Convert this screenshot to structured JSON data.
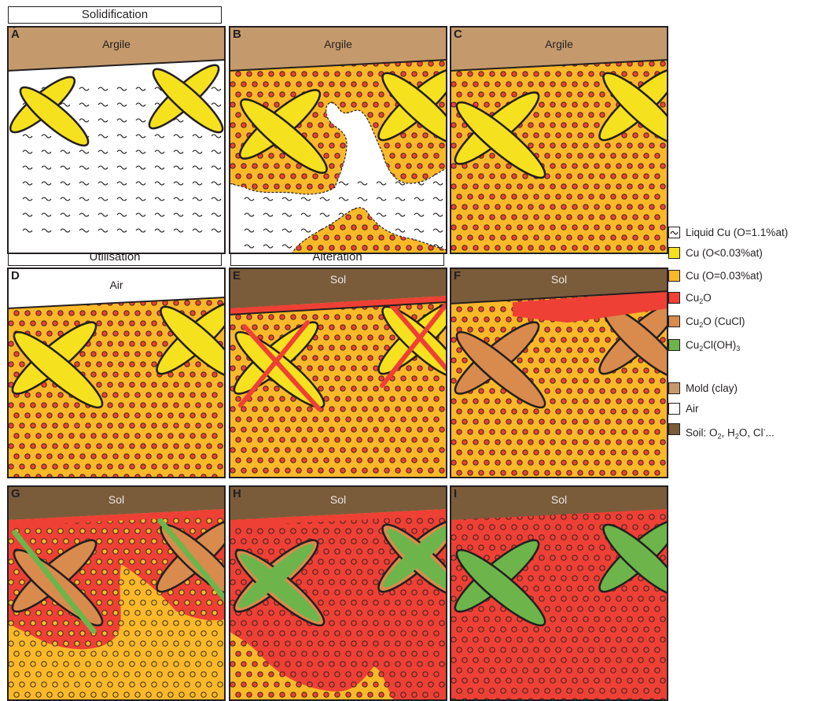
{
  "sections": {
    "solidification": "Solidification",
    "utilisation": "Utilisation",
    "alteration": "Alteration"
  },
  "panels": [
    {
      "letter": "A",
      "label": "Argile"
    },
    {
      "letter": "B",
      "label": "Argile"
    },
    {
      "letter": "C",
      "label": "Argile"
    },
    {
      "letter": "D",
      "label": "Air"
    },
    {
      "letter": "E",
      "label": "Sol"
    },
    {
      "letter": "F",
      "label": "Sol"
    },
    {
      "letter": "G",
      "label": "Sol"
    },
    {
      "letter": "H",
      "label": "Sol"
    },
    {
      "letter": "I",
      "label": "Sol"
    }
  ],
  "legend": {
    "liquid": "Liquid Cu (O=1.1%at)",
    "cu_low": "Cu (O<0.03%at)",
    "cu_eut": "Cu (O=0.03%at)",
    "cu2o": "Cu",
    "cu2o_sub": "2",
    "cu2o_tail": "O",
    "cu2o_cucl": "Cu",
    "cu2o_cucl_sub": "2",
    "cu2o_cucl_tail": "O (CuCl)",
    "atac": "Cu",
    "atac_sub": "2",
    "atac_mid": "Cl(OH)",
    "atac_sub2": "3",
    "mold": "Mold (clay)",
    "air": "Air",
    "soil_a": "Soil: O",
    "soil_sub1": "2",
    "soil_b": ", H",
    "soil_sub2": "2",
    "soil_c": "O, Cl",
    "soil_sup": "-",
    "soil_d": "..."
  },
  "colors": {
    "clay": "#c49a6c",
    "soil": "#7a5c3b",
    "cu_low": "#f6e11e",
    "cu_eut": "#fbb829",
    "cu2o": "#ee4035",
    "cu2o_cucl": "#d88b4c",
    "atac": "#6db54a",
    "outline": "#231f20"
  },
  "icons": {
    "liquid": "tilde-icon"
  }
}
